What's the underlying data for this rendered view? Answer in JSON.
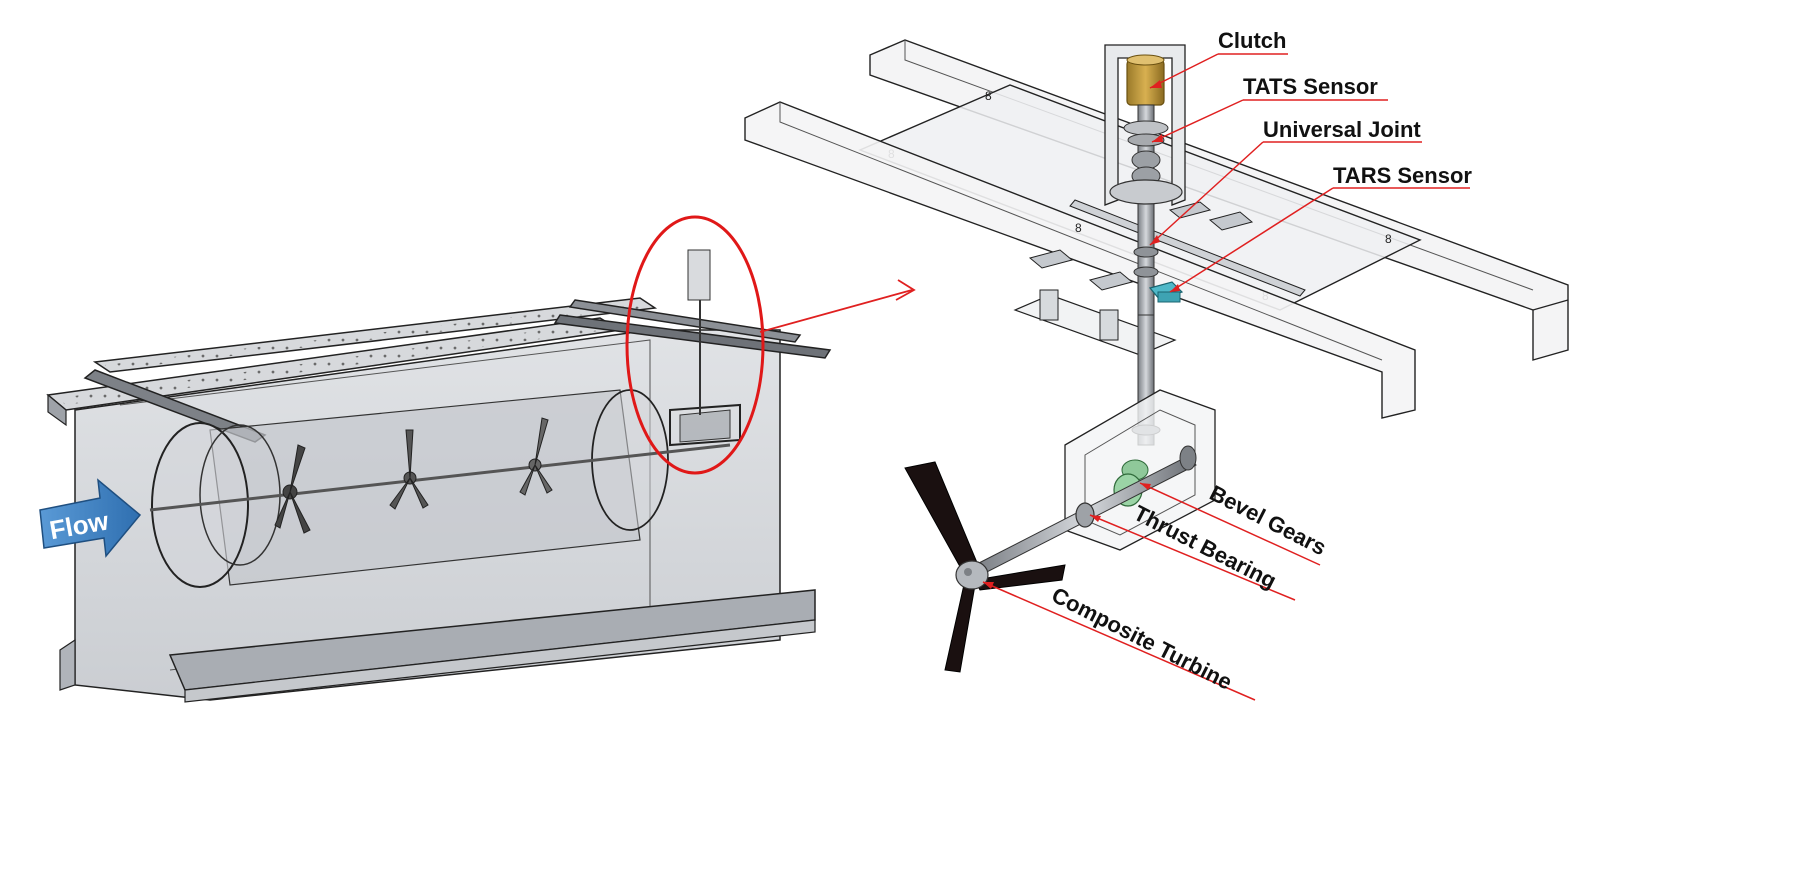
{
  "arrow": {
    "label": "Flow",
    "color": "#3d7fc1"
  },
  "callout_color": "#e02020",
  "highlight_color": "#e01818",
  "labels": {
    "clutch": "Clutch",
    "tats_sensor": "TATS Sensor",
    "universal_joint": "Universal Joint",
    "tars_sensor": "TARS Sensor",
    "bevel_gears": "Bevel Gears",
    "thrust_bearing": "Thrust Bearing",
    "composite_turbine": "Composite Turbine"
  },
  "part_colors": {
    "clutch": "#c8a040",
    "tars_sensor": "#4fb8c8",
    "bevel_gears": "#8fc89a",
    "blade": "#1a1010",
    "tank_fill": "#c9cdd2"
  }
}
